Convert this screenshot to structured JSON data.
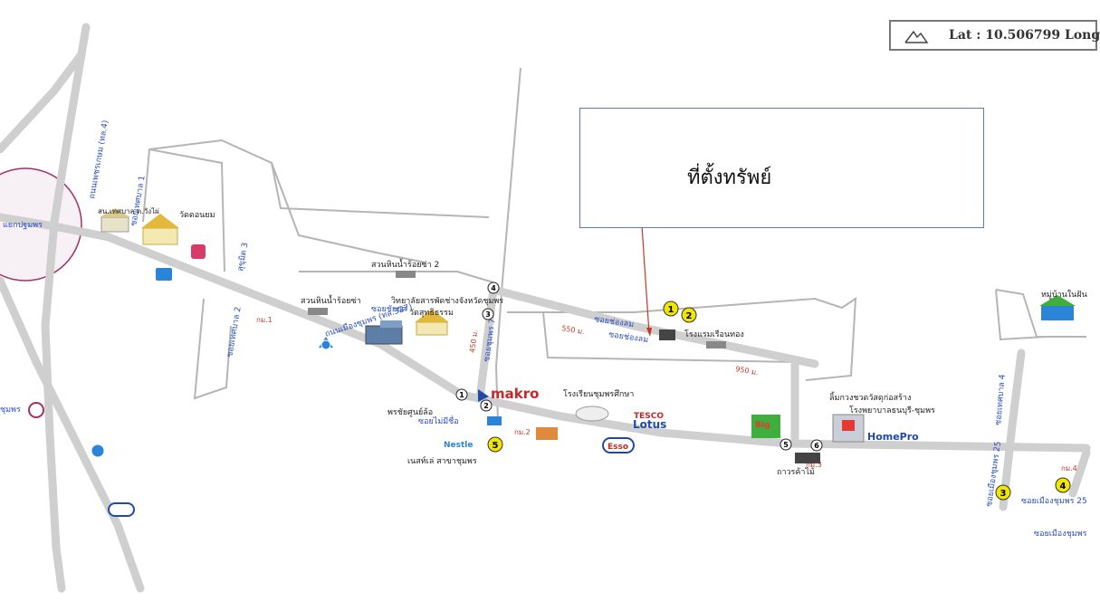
{
  "latlong": {
    "text": "Lat : 10.506799  Long"
  },
  "callout": {
    "text": "ที่ตั้งทรัพย์"
  },
  "labels": {
    "makro": "makro",
    "tesco": "TESCO",
    "lotus": "Lotus",
    "homepro": "HomePro",
    "nestle": "Nestle",
    "esso": "Esso",
    "big": "Big",
    "park2": "สวนหินน้ำร้อยซ่า 2",
    "park1": "สวนหินน้ำร้อยซ่า",
    "college": "วิทยาลัยสารพัดช่างจังหวัดชุมพร",
    "watsuthi": "วัดสุทธิธรรม",
    "watdon": "วัดดอนยม",
    "school_office": "สน.เทศบาล ต.วังไผ่",
    "hotel": "โรงแรมเรือนทอง",
    "school": "โรงเรียนชุมพรศึกษา",
    "nestle_branch": "เนสท์เล่ สาขาชุมพร",
    "phoch": "พรชัยศูนย์ล้อ",
    "soi_maipo": "ซอยไม่มีชื่อ",
    "hardware": "ลิ้มกวงชวดวัสดุก่อสร้าง",
    "hospital": "โรงพยาบาลธนบุรี-ชุมพร",
    "tawan": "ถาวรค้าไม้",
    "village": "หมู่บ้านในฝัน",
    "road_main": "ถนนเมืองชุมพร (ทล.327)",
    "road_phetkasem": "ถนนเพชรเกษม (ทล.4)",
    "soi_chaiyakam": "ซอยชัยยศ",
    "soi_chonglom": "ซอยช่องลม",
    "soi_muang25": "ซอยเมืองชุมพร 25",
    "soi_muang25b": "ซอยเมืองชุมพร 25",
    "soi_muang_b": "ซอยเมืองชุมพร",
    "chumphon": "ชุมพร",
    "rtpchumphon": "แยกปฐมพร",
    "soi_chong2": "ซอยช่องลม",
    "km1": "กม.1",
    "km2": "กม.2",
    "km3": "กม.3",
    "km4": "กม.4",
    "d550a": "550 ม.",
    "d550b": "550 ม.",
    "d950": "950 ม.",
    "d450": "450 ม.",
    "dsoi3": "สุขุมิต 3",
    "dsoi1": "ซอยเทศบาล 1",
    "dsoi7": "ซอยชุมพร 7",
    "dsoi_2": "ซอยเทศบาล 2",
    "dsoi_4": "ซอยเทศบาล 4",
    "n1": "1",
    "n2": "2",
    "n3": "3",
    "n4": "4",
    "n5": "5",
    "n6": "6",
    "c1": "1",
    "c2": "2",
    "c3": "3",
    "c4": "4",
    "c5": "5"
  },
  "colors": {
    "road": "#cfcfcf",
    "roadLabel": "#2a4fbf",
    "distance": "#c0392b",
    "arrow": "#c0392b",
    "circle": "#a0306a",
    "pin": "#f1e600"
  },
  "icons": [
    "mountain-icon",
    "building-icon",
    "temple-icon",
    "hospital-icon",
    "gas-station-icon",
    "marker-icon"
  ]
}
